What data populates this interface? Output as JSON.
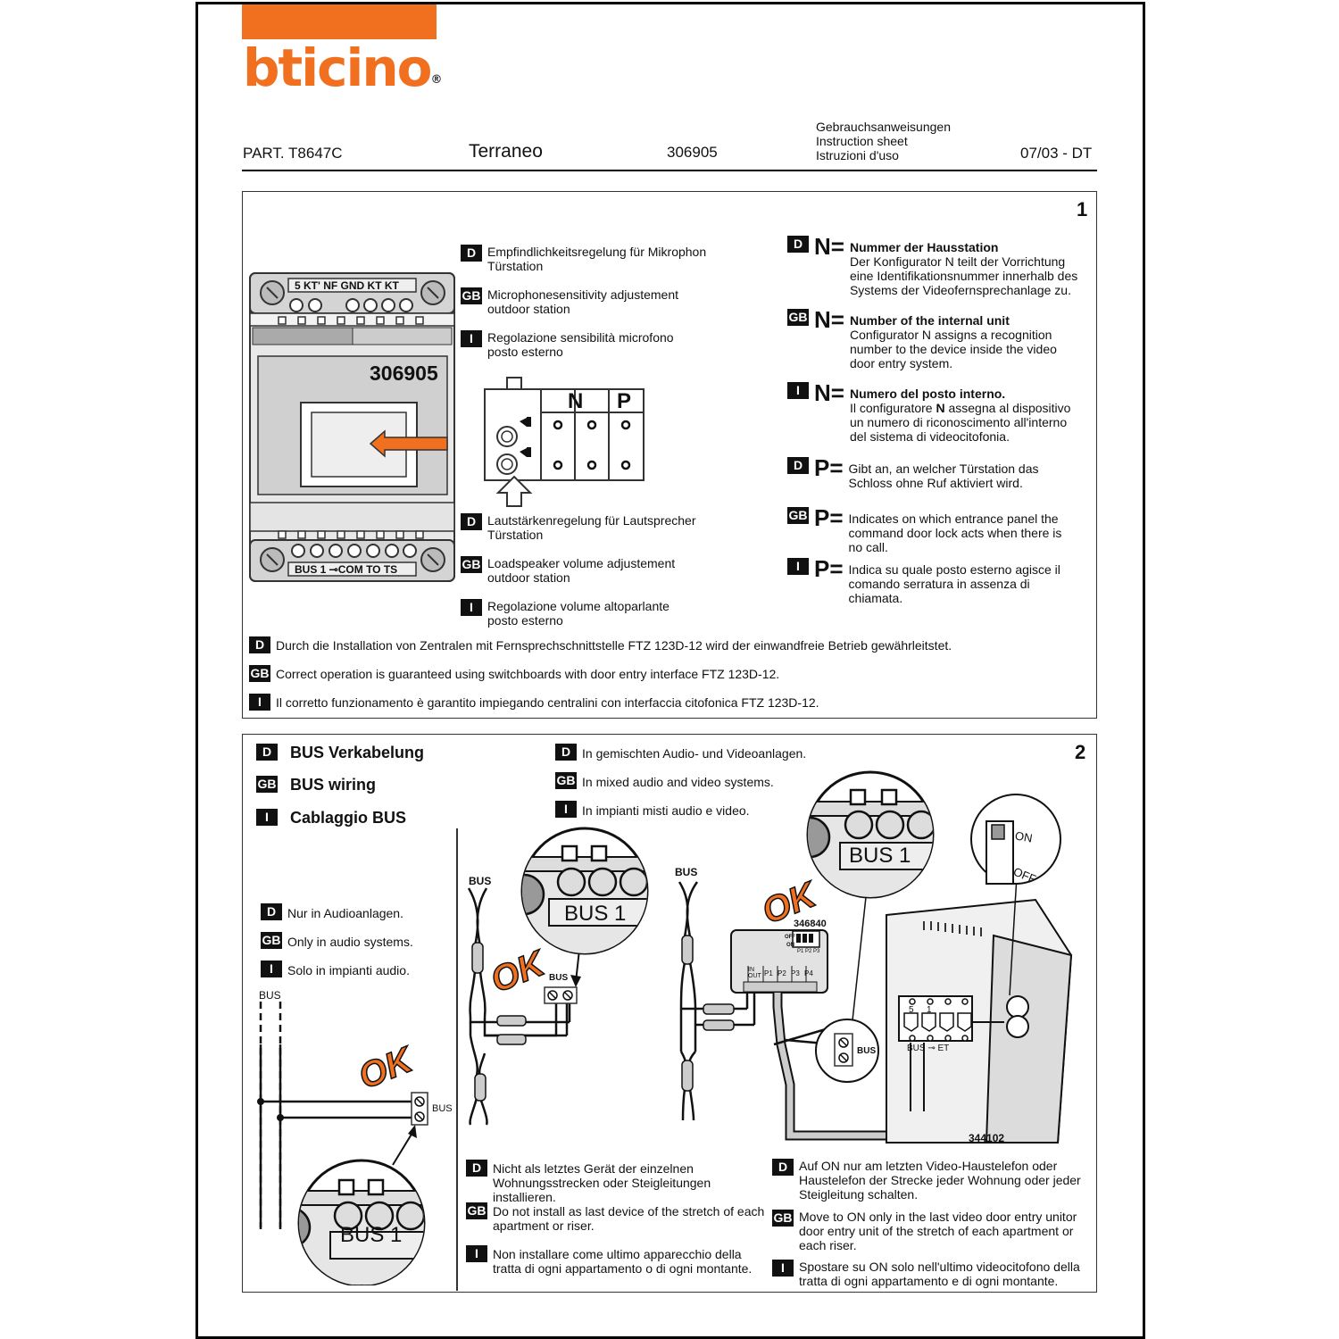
{
  "header": {
    "brand": "bticino",
    "brand_mark": "®",
    "part": "PART. T8647C",
    "product": "Terraneo",
    "code": "306905",
    "doc_type": [
      "Gebrauchsanweisungen",
      "Instruction sheet",
      "Istruzioni d'uso"
    ],
    "date": "07/03 - DT"
  },
  "colors": {
    "accent": "#f07020",
    "text": "#111111"
  },
  "lang_tags": {
    "d": "D",
    "gb": "GB",
    "i": "I"
  },
  "section1": {
    "number": "1",
    "device": {
      "code": "306905",
      "top_terminals": "5  KT'    NF GND KT KT",
      "bottom_terminals": "BUS  1  ⊸COM TO TS",
      "config_n": "N",
      "config_p": "P"
    },
    "mic": {
      "d": "Empfindlichkeitsregelung für Mikrophon Türstation",
      "gb": "Microphonesensitivity adjustement outdoor station",
      "i": "Regolazione sensibilità microfono posto esterno"
    },
    "speaker": {
      "d": "Lautstärkenregelung für Lautsprecher Türstation",
      "gb": "Loadspeaker volume adjustement outdoor station",
      "i": "Regolazione volume altoparlante posto esterno"
    },
    "n_config": {
      "symbol": "N=",
      "d_title": "Nummer der Hausstation",
      "d_text": "Der Konfigurator N teilt der Vorrichtung eine Identifikationsnummer innerhalb des Systems der Videofernsprechanlage zu.",
      "gb_title": "Number of the internal unit",
      "gb_text": "Configurator N assigns a recognition number to the device inside the video door entry system.",
      "i_title": "Numero del posto interno.",
      "i_text_1": "Il configuratore ",
      "i_text_bold": "N",
      "i_text_2": " assegna al dispositivo un numero di riconoscimento all'interno del sistema di videocitofonia."
    },
    "p_config": {
      "symbol": "P=",
      "d": "Gibt an, an welcher Türstation das Schloss ohne Ruf aktiviert wird.",
      "gb": "Indicates on which entrance panel the command door lock acts when there is no call.",
      "i": "Indica su quale posto esterno agisce il comando serratura in assenza di chiamata."
    },
    "switchboard": {
      "d": "Durch die Installation von Zentralen mit Fernsprechschnittstelle FTZ 123D-12 wird der einwandfreie Betrieb gewährleitstet.",
      "gb": "Correct operation is guaranteed using switchboards with door entry interface FTZ 123D-12.",
      "i": "Il corretto funzionamento è garantito impiegando centralini con interfaccia citofonica FTZ 123D-12."
    }
  },
  "section2": {
    "number": "2",
    "title": {
      "d": "BUS Verkabelung",
      "gb": "BUS wiring",
      "i": "Cablaggio BUS"
    },
    "audio_only": {
      "d": "Nur in Audioanlagen.",
      "gb": "Only in audio systems.",
      "i": "Solo in impianti audio."
    },
    "mixed": {
      "d": "In gemischten Audio- und Videoanlagen.",
      "gb": "In mixed audio and video systems.",
      "i": "In impianti misti audio e video."
    },
    "not_last": {
      "d": "Nicht als letztes Gerät der einzelnen Wohnungsstrecken oder Steigleitungen installieren.",
      "gb": "Do not install as last device of the stretch of each apartment or riser.",
      "i": "Non installare come ultimo apparecchio della tratta di ogni appartamento o di ogni montante."
    },
    "on_last": {
      "d": "Auf ON nur am letzten Video-Haustelefon oder Haustelefon der Strecke jeder Wohnung oder jeder Steigleitung schalten.",
      "gb": "Move to ON only in the last video door entry unitor door entry unit of the stretch of each apartment or each riser.",
      "i": "Spostare su ON solo nell'ultimo videocitofono della tratta di ogni appartamento e di ogni montante."
    },
    "labels": {
      "bus": "BUS",
      "bus_1": "BUS  1",
      "ok": "OK",
      "device_346840": "346840",
      "device_344102": "344102",
      "on": "ON",
      "off": "OFF",
      "small_off": "OFF",
      "small_on": "ON",
      "dip_labels": "P1  P2  P3",
      "in_out": "IN OUT",
      "p1": "P1",
      "p2": "P2",
      "p3": "P3",
      "p4": "P4",
      "t5": "5",
      "t1": "1",
      "bus_et": "BUS  ⊸  ET"
    }
  }
}
